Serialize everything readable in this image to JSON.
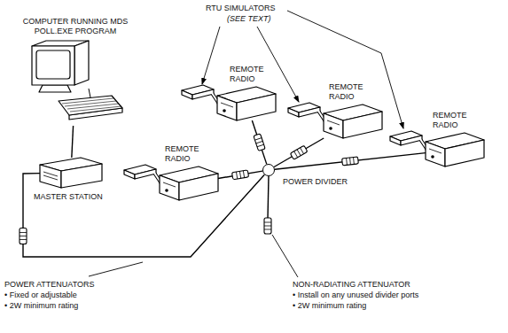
{
  "diagram": {
    "nodes": [
      {
        "text": [
          "COMPUTER RUNNING MDS POLL.EXE PROGRAM"
        ]
      },
      {
        "text": [
          "MASTER STATION"
        ]
      },
      {
        "text": [
          "REMOTE RADIO"
        ]
      },
      {
        "text": [
          "REMOTE RADIO"
        ]
      },
      {
        "text": [
          "REMOTE RADIO"
        ]
      },
      {
        "text": [
          "REMOTE RADIO"
        ]
      },
      {
        "text": [
          "POWER DIVIDER"
        ]
      }
    ],
    "edges": [
      {
        "from": 0,
        "to": 1,
        "arrow": "none"
      },
      {
        "from": 1,
        "to": 6,
        "arrow": "none"
      },
      {
        "from": 2,
        "to": 6,
        "arrow": "none"
      },
      {
        "from": 3,
        "to": 6,
        "arrow": "none"
      },
      {
        "from": 4,
        "to": 6,
        "arrow": "none"
      },
      {
        "from": 5,
        "to": 6,
        "arrow": "none"
      }
    ],
    "labels": [
      "RTU SIMULATORS",
      "(SEE TEXT)",
      "POWER ATTENUATORS",
      "• Fixed or adjustable",
      "• 2W minimum rating",
      "NON-RADIATING ATTENUATOR",
      "• Install on any unused divider ports",
      "• 2W minimum rating"
    ]
  }
}
